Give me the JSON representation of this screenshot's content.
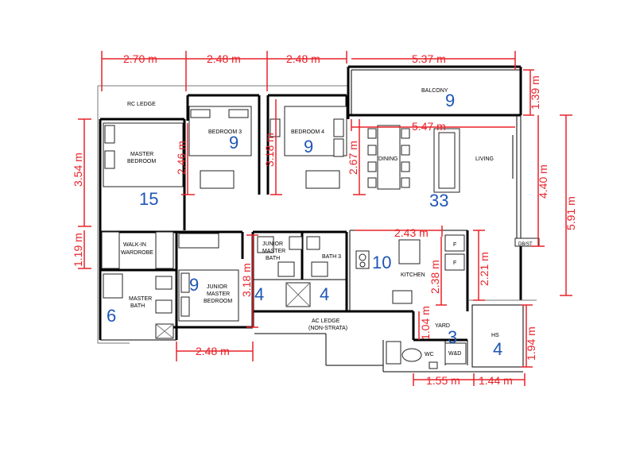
{
  "colors": {
    "dimension": "#e8222a",
    "room_number": "#1f56b5",
    "wall": "#000000"
  },
  "rooms": {
    "rc_ledge": {
      "label": "RC LEDGE"
    },
    "bedroom3": {
      "label": "BEDROOM 3",
      "number": "9"
    },
    "bedroom4": {
      "label": "BEDROOM 4",
      "number": "9"
    },
    "balcony": {
      "label": "BALCONY",
      "number": "9"
    },
    "master_bedroom": {
      "label1": "MASTER",
      "label2": "BEDROOM",
      "number": "15"
    },
    "dining": {
      "label": "DINING"
    },
    "living": {
      "label": "LIVING",
      "number": "33"
    },
    "walk_in_wardrobe": {
      "label1": "WALK-IN",
      "label2": "WARDROBE"
    },
    "junior_master_bath": {
      "label1": "JUNIOR",
      "label2": "MASTER",
      "label3": "BATH",
      "number": "4"
    },
    "bath3": {
      "label": "BATH 3",
      "number": "4"
    },
    "kitchen": {
      "label": "KITCHEN",
      "number": "10"
    },
    "master_bath": {
      "label1": "MASTER",
      "label2": "BATH",
      "number": "6"
    },
    "junior_master_bedroom": {
      "label1": "JUNIOR",
      "label2": "MASTER",
      "label3": "BEDROOM",
      "number": "9"
    },
    "ac_ledge": {
      "label1": "AC LEDGE",
      "label2": "(NON-STRATA)"
    },
    "yard": {
      "label": "YARD",
      "number": "3"
    },
    "wc": {
      "label": "WC"
    },
    "wd": {
      "label": "W&D"
    },
    "hs": {
      "label": "HS",
      "number": "4"
    },
    "dbst": {
      "label": "DB/ST"
    },
    "fridge1": {
      "label": "F"
    },
    "fridge2": {
      "label": "F"
    }
  },
  "dimensions": {
    "top1": "2.70 m",
    "top2": "2.48 m",
    "top3": "2.48 m",
    "top4": "5.37 m",
    "balcony_h": "1.39 m",
    "living_w": "5.47 m",
    "master_h": "3.54 m",
    "bed3_h": "2.46 m",
    "bed4_h": "3.18 m",
    "dining_h": "2.67 m",
    "living_h": "4.40 m",
    "right_total": "5.91 m",
    "wardrobe_h": "1.19 m",
    "kitchen_w": "2.43 m",
    "kitchen_h": "2.38 m",
    "kitchen_h2": "2.21 m",
    "jmb_h": "3.18 m",
    "jmb_w": "2.48 m",
    "yard_h": "1.04 m",
    "yard_w": "1.55 m",
    "hs_w": "1.44 m",
    "hs_h": "1.94 m"
  }
}
